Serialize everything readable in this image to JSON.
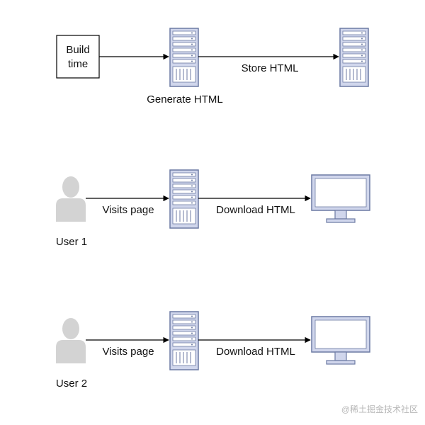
{
  "colors": {
    "server_fill": "#d0d6ec",
    "server_stroke": "#6c7aa3",
    "server_slot": "#ffffff",
    "monitor_frame": "#d0d6ec",
    "monitor_stroke": "#6c7aa3",
    "monitor_screen": "#ffffff",
    "user_fill": "#d3d3d3",
    "arrow": "#000000",
    "box_stroke": "#000000",
    "watermark": "#b7b7b7"
  },
  "build_row": {
    "box_label_line1": "Build",
    "box_label_line2": "time",
    "generate_label": "Generate HTML",
    "store_label": "Store HTML",
    "build_server_icon": "server-rack-icon",
    "storage_server_icon": "server-rack-icon"
  },
  "user_rows": [
    {
      "user_label": "User 1",
      "visit_label": "Visits page",
      "download_label": "Download HTML",
      "user_icon": "user-silhouette-icon",
      "server_icon": "server-rack-icon",
      "monitor_icon": "monitor-icon"
    },
    {
      "user_label": "User 2",
      "visit_label": "Visits page",
      "download_label": "Download HTML",
      "user_icon": "user-silhouette-icon",
      "server_icon": "server-rack-icon",
      "monitor_icon": "monitor-icon"
    }
  ],
  "watermark": "@稀土掘金技术社区"
}
